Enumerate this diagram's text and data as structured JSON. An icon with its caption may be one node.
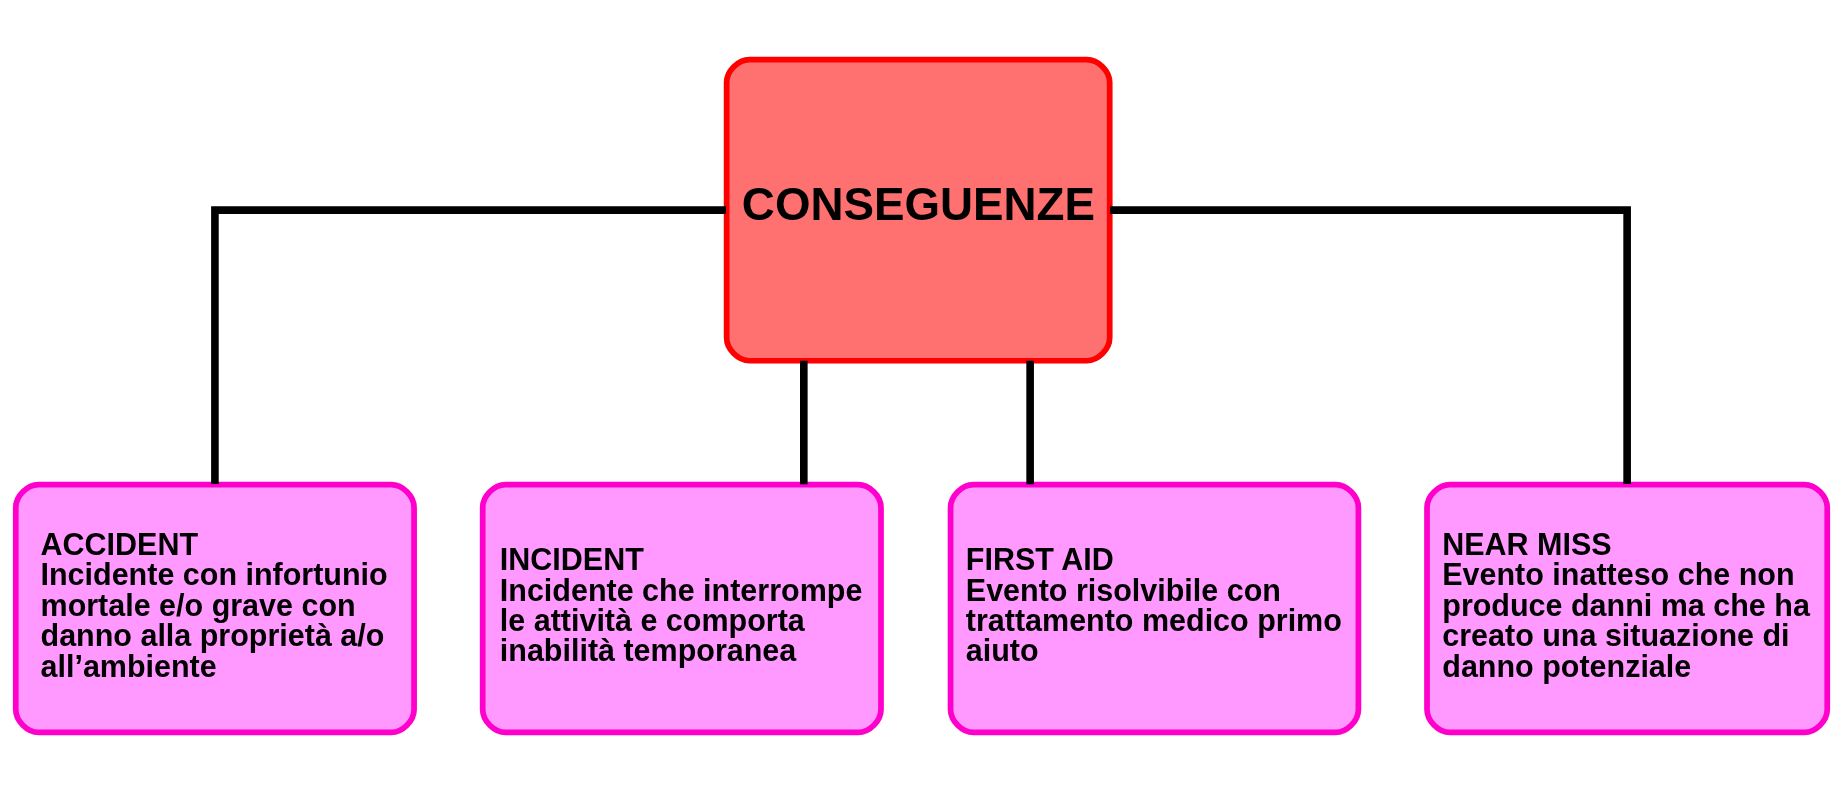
{
  "diagram": {
    "nodes": [
      {
        "text": [
          "CONSEGUENZE"
        ]
      },
      {
        "text": [
          "ACCIDENT",
          "Incidente con infortunio mortale e/o grave con danno alla proprietà a/o all’ambiente"
        ]
      },
      {
        "text": [
          "INCIDENT",
          "Incidente che interrompe le attività e comporta inabilità temporanea"
        ]
      },
      {
        "text": [
          "FIRST AID",
          "Evento risolvibile con trattamento medico primo aiuto"
        ]
      },
      {
        "text": [
          "NEAR MISS",
          "Evento inatteso che non produce danni ma che ha creato una situazione di danno potenziale"
        ]
      }
    ],
    "edges": [
      {
        "from": 0,
        "to": 1,
        "arrow": "none"
      },
      {
        "from": 0,
        "to": 2,
        "arrow": "none"
      },
      {
        "from": 0,
        "to": 3,
        "arrow": "none"
      },
      {
        "from": 0,
        "to": 4,
        "arrow": "none"
      }
    ]
  }
}
